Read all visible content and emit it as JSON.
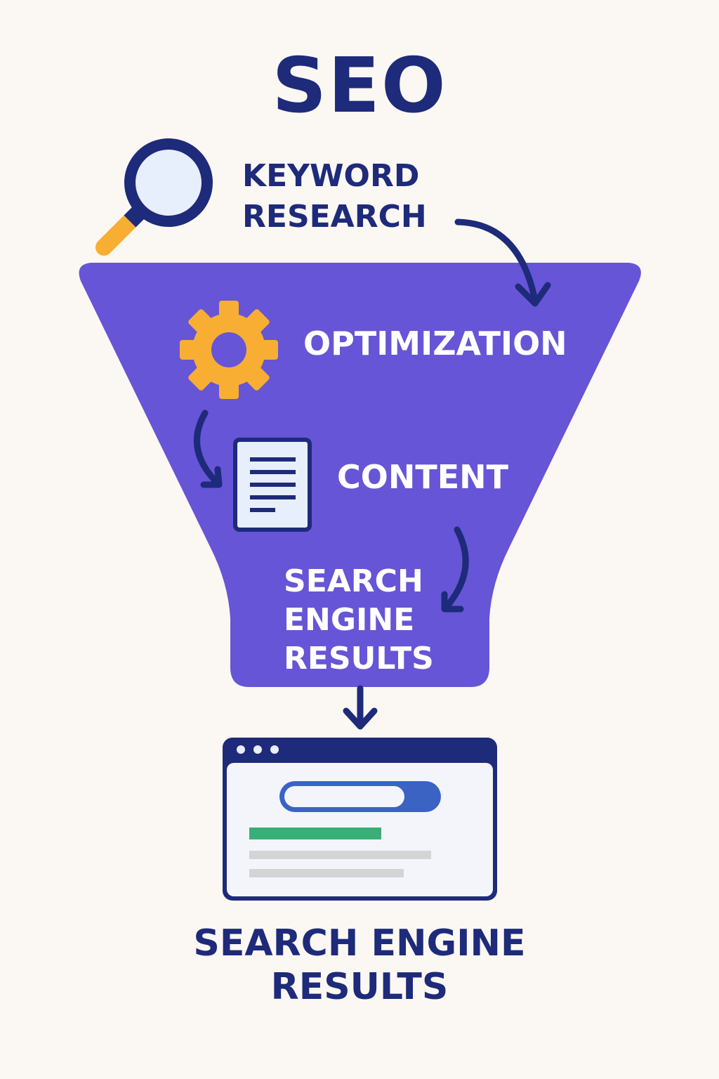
{
  "title": "SEO",
  "steps": {
    "keyword_research": [
      "KEYWORD",
      "RESEARCH"
    ],
    "optimization": "OPTIMIZATION",
    "content": "CONTENT",
    "funnel_output": [
      "SEARCH",
      "ENGINE",
      "RESULTS"
    ]
  },
  "result_caption": [
    "SEARCH ENGINE",
    "RESULTS"
  ],
  "icons": {
    "keyword": "magnifying-glass",
    "optimization": "gear",
    "content": "document",
    "result": "browser-window"
  },
  "colors": {
    "background": "#fbf7f2",
    "navy": "#1e2a7a",
    "funnel": "#6655d6",
    "accent_orange": "#f8ae33",
    "search_blue": "#3a63c4",
    "result_green": "#3aae77",
    "placeholder_gray": "#d4d4d6"
  }
}
